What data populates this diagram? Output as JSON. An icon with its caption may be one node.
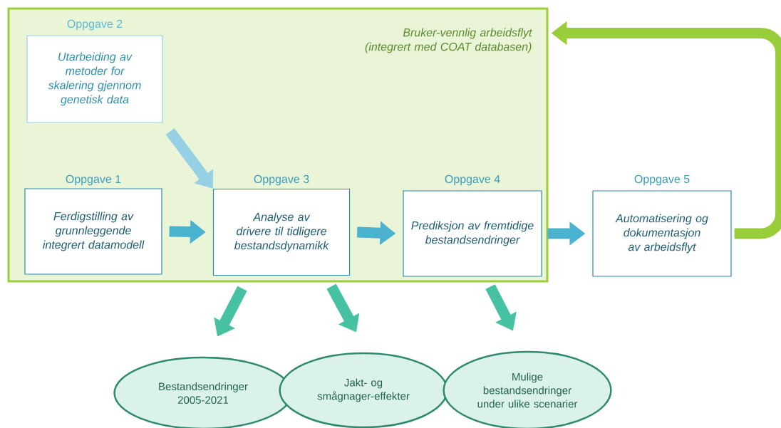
{
  "diagram": {
    "nodes": [
      {
        "text": [
          "Bruker-vennlig arbeidsflyt (integrert med COAT databasen)"
        ]
      },
      {
        "text": [
          "Oppgave 2",
          "Utarbeiding av metoder for skalering gjennom genetisk data"
        ],
        "in": 0
      },
      {
        "text": [
          "Oppgave 1",
          "Ferdigstilling av grunnleggende integrert datamodell"
        ],
        "in": 0
      },
      {
        "text": [
          "Oppgave 3",
          "Analyse av drivere til tidligere bestandsdynamikk"
        ],
        "in": 0
      },
      {
        "text": [
          "Oppgave 4",
          "Prediksjon av fremtidige bestandsendringer"
        ],
        "in": 0
      },
      {
        "text": [
          "Oppgave 5",
          "Automatisering og dokumentasjon av arbeidsflyt"
        ]
      },
      {
        "text": [
          "Bestandsendringer 2005-2021"
        ]
      },
      {
        "text": [
          "Jakt- og smågnager-effekter"
        ]
      },
      {
        "text": [
          "Mulige bestandsendringer under ulike scenarier"
        ]
      }
    ],
    "edges": [
      {
        "from": 1,
        "to": 3,
        "arrow": "to",
        "color": "#96d0e4"
      },
      {
        "from": 2,
        "to": 3,
        "arrow": "to",
        "color": "#4bb2d0"
      },
      {
        "from": 3,
        "to": 4,
        "arrow": "to",
        "color": "#4bb2d0"
      },
      {
        "from": 4,
        "to": 5,
        "arrow": "to",
        "color": "#4bb2d0"
      },
      {
        "from": 5,
        "to": 0,
        "arrow": "to",
        "color": "#9acd3a"
      },
      {
        "from": 3,
        "to": 6,
        "arrow": "to",
        "color": "#46c2a2"
      },
      {
        "from": 3,
        "to": 7,
        "arrow": "to",
        "color": "#46c2a2"
      },
      {
        "from": 4,
        "to": 8,
        "arrow": "to",
        "color": "#46c2a2"
      }
    ]
  }
}
